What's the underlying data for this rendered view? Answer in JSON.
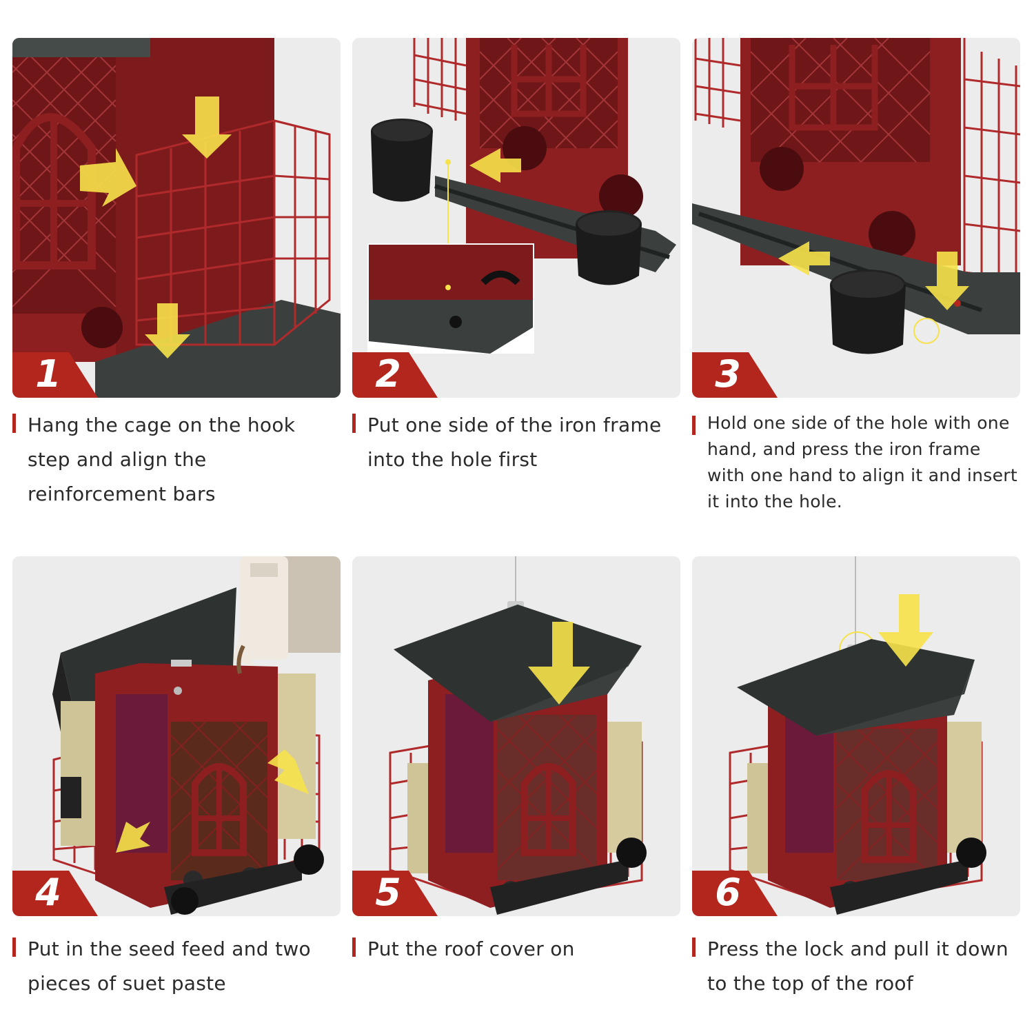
{
  "steps": [
    {
      "number": "1",
      "caption": "Hang the cage on the hook step and align the reinforcement bars"
    },
    {
      "number": "2",
      "caption": "Put one side of the iron frame into the hole first"
    },
    {
      "number": "3",
      "caption": "Hold one side of the hole with one hand, and press the iron frame with one hand to align it and insert it into the hole."
    },
    {
      "number": "4",
      "caption": "Put in the seed feed and two pieces of suet paste"
    },
    {
      "number": "5",
      "caption": "Put the roof cover on"
    },
    {
      "number": "6",
      "caption": "Press the lock and pull it down to the top of the roof"
    }
  ],
  "colors": {
    "brand_red": "#b3261e",
    "feeder_red": "#8e1f21",
    "dark_metal": "#333a38",
    "arrow_yellow": "#f7e24a",
    "panel_bg": "#ececec"
  }
}
